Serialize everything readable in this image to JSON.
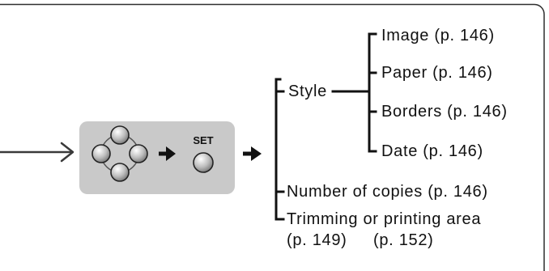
{
  "flow": {
    "incoming_arrow_icon": "arrow-right-icon",
    "button_panel": {
      "controller_icon": "four-way-controller-icon",
      "step_arrow_icon": "arrow-right-icon",
      "set_button_icon": "set-button-icon",
      "set_label": "SET"
    },
    "outgoing_arrow_icon": "arrow-right-icon"
  },
  "tree": {
    "style": {
      "label": "Style",
      "items": [
        "Image (p. 146)",
        "Paper (p. 146)",
        "Borders (p. 146)",
        "Date (p. 146)"
      ]
    },
    "copies": "Number of copies (p. 146)",
    "trimming": {
      "label": "Trimming or printing area",
      "trimming_page": "(p. 149)",
      "printing_area_page": "(p. 152)"
    }
  },
  "colors": {
    "line": "#111111",
    "arrow": "#3a3a3a",
    "panel": "#c9c9c9",
    "frame": "#2e2e2e",
    "button_ring": "#555555"
  }
}
